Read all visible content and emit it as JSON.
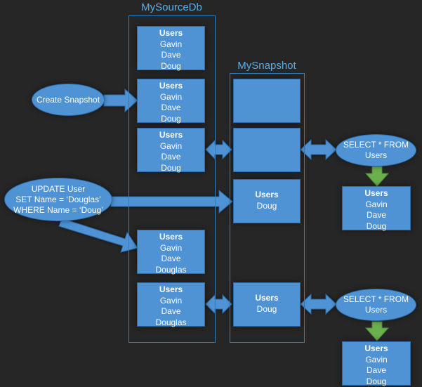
{
  "columns": {
    "source_title": "MySourceDb",
    "snapshot_title": "MySnapshot"
  },
  "source_tables": [
    {
      "header": "Users",
      "rows": [
        "Gavin",
        "Dave",
        "Doug"
      ]
    },
    {
      "header": "Users",
      "rows": [
        "Gavin",
        "Dave",
        "Doug"
      ]
    },
    {
      "header": "Users",
      "rows": [
        "Gavin",
        "Dave",
        "Doug"
      ]
    },
    {
      "header": "Users",
      "rows": [
        "Gavin",
        "Dave",
        "Douglas"
      ]
    },
    {
      "header": "Users",
      "rows": [
        "Gavin",
        "Dave",
        "Douglas"
      ]
    }
  ],
  "snapshot_tables": [
    {
      "header": "",
      "rows": []
    },
    {
      "header": "",
      "rows": []
    },
    {
      "header": "Users",
      "rows": [
        "Doug"
      ]
    },
    {
      "header": "Users",
      "rows": [
        "Doug"
      ]
    }
  ],
  "actions": {
    "create_snapshot": [
      "Create Snapshot"
    ],
    "update": [
      "UPDATE User",
      "SET Name = ‘Douglas’",
      "WHERE Name = ‘Doug’"
    ],
    "select_1": [
      "SELECT * FROM",
      "Users"
    ],
    "select_2": [
      "SELECT * FROM",
      "Users"
    ]
  },
  "results": [
    {
      "header": "Users",
      "rows": [
        "Gavin",
        "Dave",
        "Doug"
      ]
    },
    {
      "header": "Users",
      "rows": [
        "Gavin",
        "Dave",
        "Doug"
      ]
    }
  ],
  "colors": {
    "background": "#262626",
    "box_fill": "#4f93d4",
    "frame_border": "#2f7fc0",
    "title_text": "#5aaee8",
    "result_arrow": "#6ab04c"
  }
}
